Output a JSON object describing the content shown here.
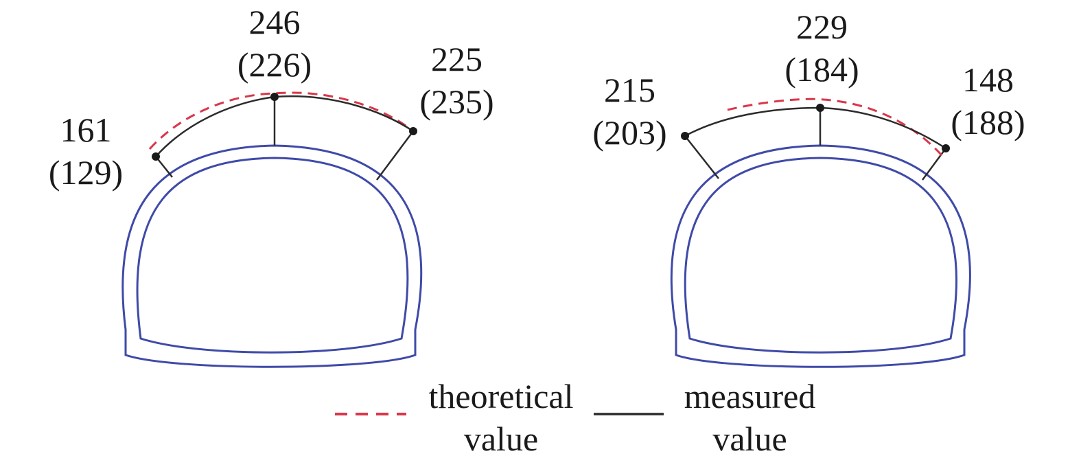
{
  "colors": {
    "lining": "#3f4aa8",
    "theoretical": "#d9374a",
    "measured": "#2b2b2b",
    "text": "#1a1a1a"
  },
  "left_section": {
    "points": [
      {
        "id": "left",
        "value": "161",
        "paren": "(129)"
      },
      {
        "id": "crown",
        "value": "246",
        "paren": "(226)"
      },
      {
        "id": "right",
        "value": "225",
        "paren": "(235)"
      }
    ]
  },
  "right_section": {
    "points": [
      {
        "id": "left",
        "value": "215",
        "paren": "(203)"
      },
      {
        "id": "crown",
        "value": "229",
        "paren": "(184)"
      },
      {
        "id": "right",
        "value": "148",
        "paren": "(188)"
      }
    ]
  },
  "legend": {
    "theoretical_line1": "theoretical",
    "theoretical_line2": "value",
    "measured_line1": "measured",
    "measured_line2": "value"
  }
}
